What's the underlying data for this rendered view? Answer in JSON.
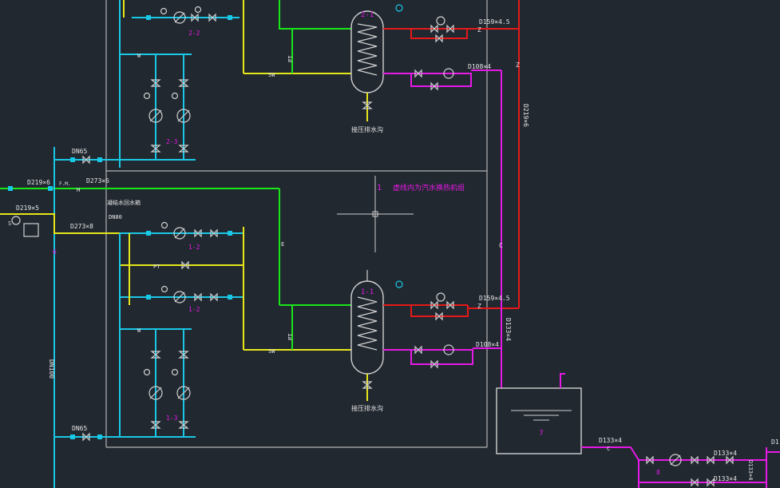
{
  "colors": {
    "background": "#212830",
    "frame": "#c8c8c8",
    "green": "#19e619",
    "yellow": "#e6e619",
    "red": "#e61919",
    "magenta": "#e619e6",
    "cyan": "#19c8e6",
    "white": "#e6e6e6",
    "tag": "#e619e6"
  },
  "labels": {
    "upper_hx_tag": "2-1",
    "lower_hx_tag": "1-1",
    "upper_drain": "接压排水沟",
    "lower_drain": "接压排水沟",
    "upper_red_pipe": "D159×4.5",
    "lower_red_pipe": "D159×4.5",
    "upper_mag_pipe": "D108×4",
    "lower_mag_pipe": "D108×4",
    "riser_red": "D219×6",
    "riser_mag": "D133×4",
    "legend_number": "1",
    "legend_text": "虚线内为汽水换热机组",
    "left_pipe_1": "D219×6",
    "left_pipe_2": "D273×6",
    "left_pipe_3": "D219×5",
    "left_pipe_4": "D273×8",
    "d65_top": "DN65",
    "d65_bottom": "DN65",
    "dn80": "DN80",
    "dn100": "DN100",
    "condensate_label": "凝结水回水箱",
    "pump_tag_2_2": "2-2",
    "pump_tag_2_3": "2-3",
    "pump_tag_1_2a": "1-2",
    "pump_tag_1_2b": "1-2",
    "pump_tag_1_3": "1-3",
    "tank_tag": "7",
    "pump_tag_8": "8",
    "pump_tag_6": "6",
    "bottom_pipe_1": "D133×4",
    "bottom_pipe_2": "D133×4",
    "bottom_pipe_3": "D133×4",
    "bottom_pipe_4": "D133×4",
    "edge_label": "D1",
    "letter_z1": "Z",
    "letter_z2": "Z",
    "letter_z3": "Z",
    "letter_c1": "C",
    "letter_c2": "C",
    "letter_e": "E",
    "letter_h": "H",
    "letter_pt1": "PT",
    "letter_pt2": "PT",
    "letter_pt3": "PT",
    "letter_sw1": "SW",
    "letter_sw2": "SW",
    "letter_fm": "F.M.",
    "letter_s": "S",
    "letter_w1": "W",
    "letter_w2": "W"
  }
}
